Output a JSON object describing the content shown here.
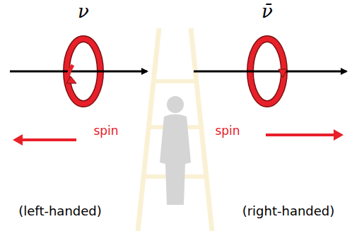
{
  "diagram": {
    "labels": [
      "ν",
      "ν̄",
      "spin",
      "spin",
      "(left-handed)",
      "(right-handed)"
    ]
  }
}
